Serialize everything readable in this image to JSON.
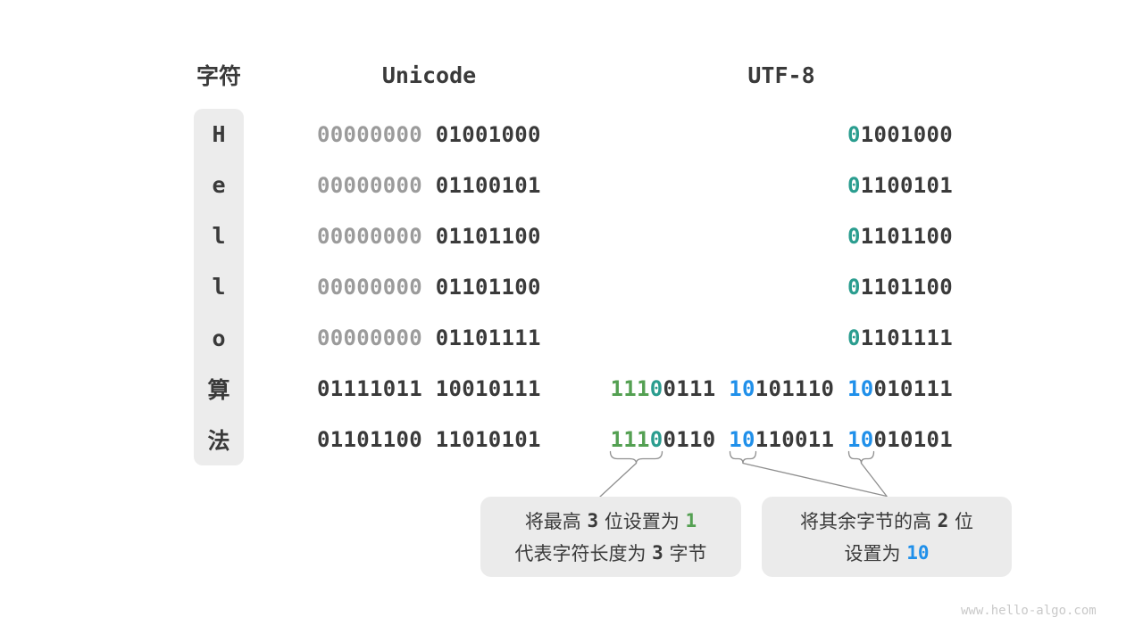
{
  "headers": {
    "char": "字符",
    "unicode": "Unicode",
    "utf8": "UTF-8"
  },
  "colors": {
    "dark": "#3A3A3A",
    "gray": "#9B9B9B",
    "green": "#54A052",
    "teal": "#2A9D8F",
    "blue": "#2090EA",
    "char_column_bg": "#ECECEC",
    "callout_bg": "#EBEBEB",
    "connector_line": "#8F8F8F",
    "watermark": "#C9C9C9"
  },
  "rows": [
    {
      "char": "H",
      "unicode": [
        [
          "00000000",
          "gray"
        ],
        [
          " 01001000",
          "dark"
        ]
      ],
      "utf8": [
        [
          [
            "0",
            "teal"
          ],
          [
            "1001000",
            "dark"
          ]
        ]
      ]
    },
    {
      "char": "e",
      "unicode": [
        [
          "00000000",
          "gray"
        ],
        [
          " 01100101",
          "dark"
        ]
      ],
      "utf8": [
        [
          [
            "0",
            "teal"
          ],
          [
            "1100101",
            "dark"
          ]
        ]
      ]
    },
    {
      "char": "l",
      "unicode": [
        [
          "00000000",
          "gray"
        ],
        [
          " 01101100",
          "dark"
        ]
      ],
      "utf8": [
        [
          [
            "0",
            "teal"
          ],
          [
            "1101100",
            "dark"
          ]
        ]
      ]
    },
    {
      "char": "l",
      "unicode": [
        [
          "00000000",
          "gray"
        ],
        [
          " 01101100",
          "dark"
        ]
      ],
      "utf8": [
        [
          [
            "0",
            "teal"
          ],
          [
            "1101100",
            "dark"
          ]
        ]
      ]
    },
    {
      "char": "o",
      "unicode": [
        [
          "00000000",
          "gray"
        ],
        [
          " 01101111",
          "dark"
        ]
      ],
      "utf8": [
        [
          [
            "0",
            "teal"
          ],
          [
            "1101111",
            "dark"
          ]
        ]
      ]
    },
    {
      "char": "算",
      "unicode": [
        [
          "01111011 10010111",
          "dark"
        ]
      ],
      "utf8": [
        [
          [
            "111",
            "green"
          ],
          [
            "0",
            "teal"
          ],
          [
            "0111",
            "dark"
          ]
        ],
        [
          [
            "10",
            "blue"
          ],
          [
            "101110",
            "dark"
          ]
        ],
        [
          [
            "10",
            "blue"
          ],
          [
            "010111",
            "dark"
          ]
        ]
      ]
    },
    {
      "char": "法",
      "unicode": [
        [
          "01101100 11010101",
          "dark"
        ]
      ],
      "utf8": [
        [
          [
            "111",
            "green"
          ],
          [
            "0",
            "teal"
          ],
          [
            "0110",
            "dark"
          ]
        ],
        [
          [
            "10",
            "blue"
          ],
          [
            "110011",
            "dark"
          ]
        ],
        [
          [
            "10",
            "blue"
          ],
          [
            "010101",
            "dark"
          ]
        ]
      ]
    }
  ],
  "callouts": [
    {
      "lines": [
        [
          [
            "将最高 ",
            "text"
          ],
          [
            "3",
            "num"
          ],
          [
            " 位设置为 ",
            "text"
          ],
          [
            "1",
            "num-green"
          ]
        ],
        [
          [
            "代表字符长度为 ",
            "text"
          ],
          [
            "3",
            "num"
          ],
          [
            " 字节",
            "text"
          ]
        ]
      ]
    },
    {
      "lines": [
        [
          [
            "将其余字节的高 ",
            "text"
          ],
          [
            "2",
            "num"
          ],
          [
            " 位",
            "text"
          ]
        ],
        [
          [
            "设置为 ",
            "text"
          ],
          [
            "10",
            "num-blue"
          ]
        ]
      ]
    }
  ],
  "watermark": "www.hello-algo.com"
}
